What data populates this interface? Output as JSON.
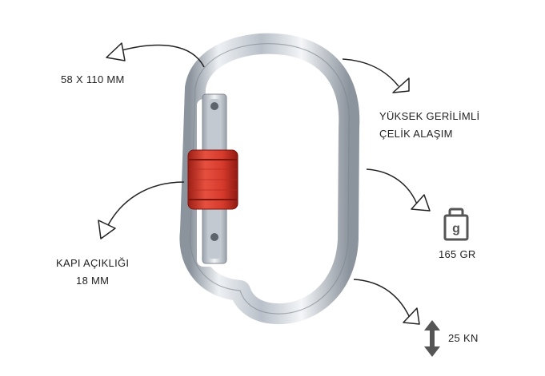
{
  "specs": {
    "dimensions": "58 X 110 MM",
    "material_line1": "YÜKSEK GERİLİMLİ",
    "material_line2": "ÇELİK ALAŞIM",
    "weight": "165 GR",
    "weight_icon_glyph": "g",
    "gate_line1": "KAPI AÇIKLIĞI",
    "gate_line2": "18 MM",
    "strength": "25 KN"
  },
  "icons": {
    "weight": "weight-icon",
    "strength": "double-arrow-vertical-icon",
    "pointer": "triangle-arrow-icon"
  },
  "colors": {
    "steel": "#c9ced6",
    "steel_dark": "#8a929c",
    "sleeve": "#d63a2c",
    "sleeve_dark": "#9c1f16",
    "ink": "#222222",
    "icon": "#555555"
  }
}
